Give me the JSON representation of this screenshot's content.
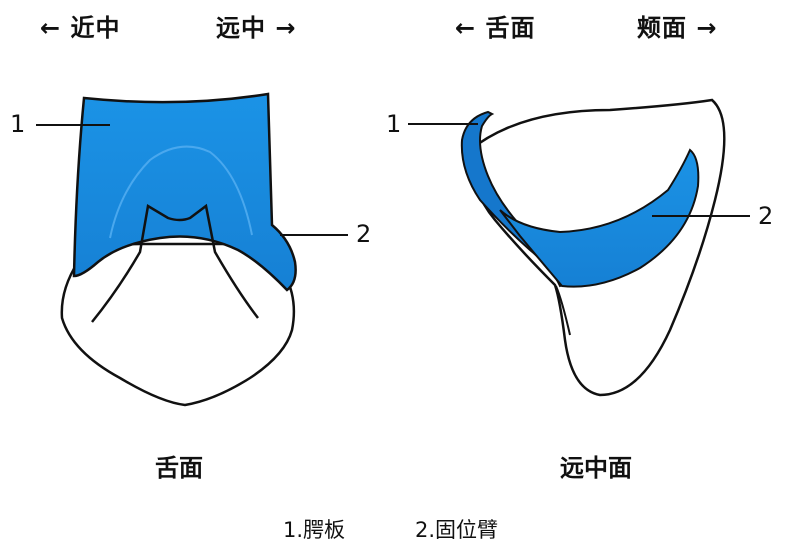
{
  "colors": {
    "blue": "#1a8fe0",
    "blue_dark": "#0f6fc4",
    "outline": "#111111"
  },
  "left_view": {
    "direction_left": "← 近中",
    "direction_right": "远中 →",
    "caption": "舌面",
    "label_1": "1",
    "label_2": "2"
  },
  "right_view": {
    "direction_left": "← 舌面",
    "direction_right": "颊面 →",
    "caption": "远中面",
    "label_1": "1",
    "label_2": "2"
  },
  "legend": {
    "item_1": "1.腭板",
    "item_2": "2.固位臂"
  }
}
